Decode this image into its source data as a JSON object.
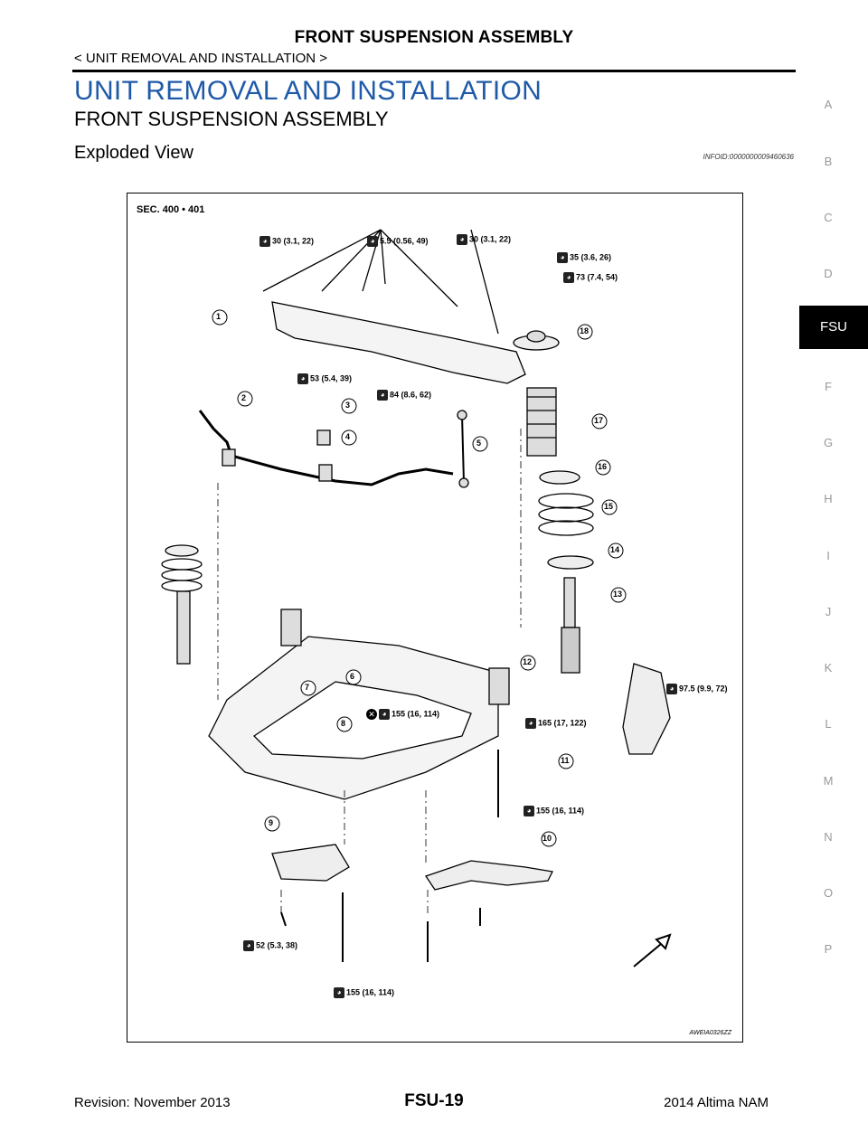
{
  "header": {
    "title": "FRONT SUSPENSION ASSEMBLY",
    "breadcrumb": "< UNIT REMOVAL AND INSTALLATION >"
  },
  "section": {
    "h1": "UNIT REMOVAL AND INSTALLATION",
    "h2": "FRONT SUSPENSION ASSEMBLY",
    "h3": "Exploded View",
    "info_id": "INFOID:0000000009460636"
  },
  "side_index": [
    "A",
    "B",
    "C",
    "D",
    "FSU",
    "F",
    "G",
    "H",
    "I",
    "J",
    "K",
    "L",
    "M",
    "N",
    "O",
    "P"
  ],
  "side_active": "FSU",
  "figure": {
    "sec": "SEC. 400 • 401",
    "figure_id": "AWEIA0326ZZ",
    "torques": [
      {
        "text": "30 (3.1, 22)"
      },
      {
        "text": "5.5 (0.56, 49)"
      },
      {
        "text": "30 (3.1, 22)"
      },
      {
        "text": "35 (3.6, 26)"
      },
      {
        "text": "73 (7.4, 54)"
      },
      {
        "text": "53 (5.4, 39)"
      },
      {
        "text": "84 (8.6, 62)"
      },
      {
        "text": "97.5 (9.9, 72)"
      },
      {
        "text": "155 (16, 114)"
      },
      {
        "text": "165 (17, 122)"
      },
      {
        "text": "155 (16, 114)"
      },
      {
        "text": "52 (5.3, 38)"
      },
      {
        "text": "155 (16, 114)"
      }
    ],
    "callouts": [
      "1",
      "2",
      "3",
      "4",
      "5",
      "6",
      "7",
      "8",
      "9",
      "10",
      "11",
      "12",
      "13",
      "14",
      "15",
      "16",
      "17",
      "18"
    ]
  },
  "footer": {
    "revision": "Revision: November 2013",
    "page": "FSU-19",
    "model": "2014 Altima NAM"
  }
}
